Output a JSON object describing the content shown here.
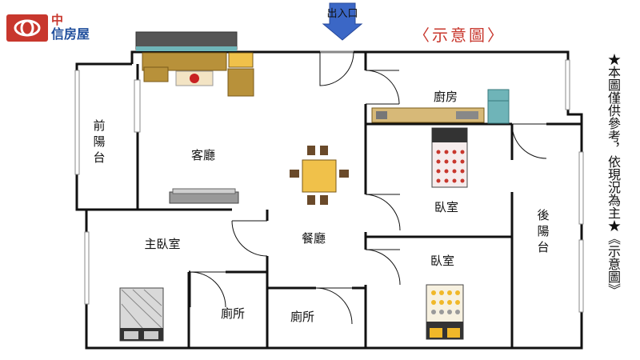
{
  "brand": {
    "name_line1": "中",
    "name_line2": "信房屋",
    "color": "#c8372d",
    "secondary_color": "#1f4e9c"
  },
  "diagram_title": "〈示意圖〉",
  "entrance_label": "出入口",
  "rooms": {
    "front_balcony": "前陽台",
    "living_room": "客廳",
    "kitchen": "廚房",
    "dining_room": "餐廳",
    "master_bedroom": "主臥室",
    "bedroom_1": "臥室",
    "bedroom_2": "臥室",
    "rear_balcony": "後陽台",
    "bathroom_1": "廁所",
    "bathroom_2": "廁所"
  },
  "note": "★本圖僅供參考，依現況為主★《示意圖》",
  "colors": {
    "wall": "#111111",
    "arrow": "#3b67c6",
    "sofa": "#b8913a",
    "fridge": "#6fb4b8",
    "title": "#c8372d"
  }
}
